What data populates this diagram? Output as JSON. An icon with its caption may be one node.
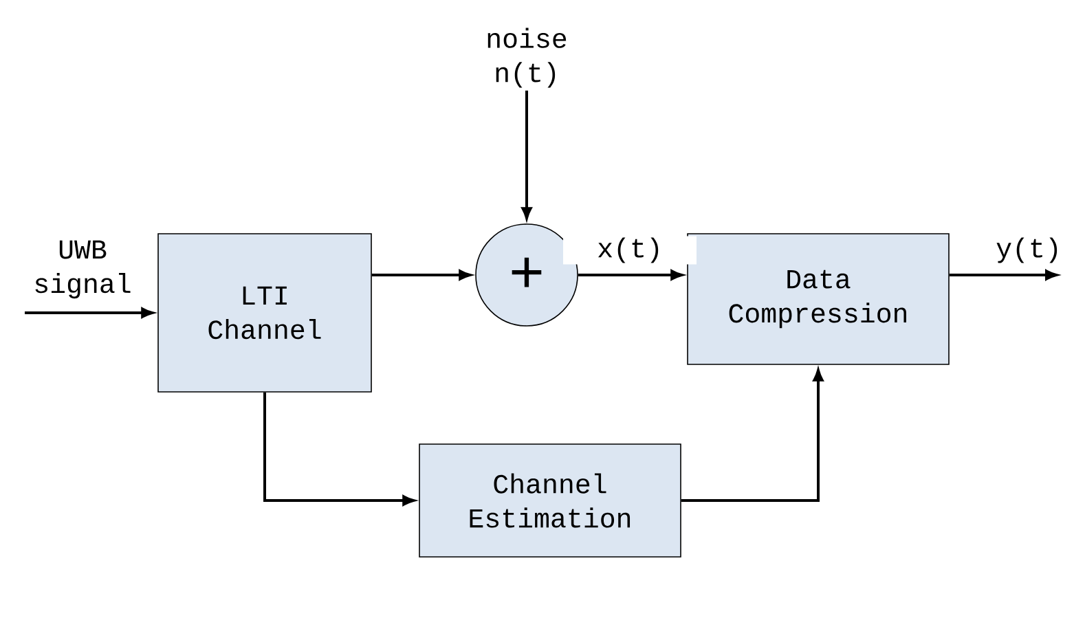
{
  "diagram": {
    "nodes": [
      {
        "text": [
          "LTI Channel"
        ]
      },
      {
        "text": [
          "+"
        ]
      },
      {
        "text": [
          "Data Compression"
        ]
      },
      {
        "text": [
          "Channel Estimation"
        ]
      },
      {
        "text": [
          "noise n(t)"
        ]
      }
    ],
    "edges": [
      {
        "from": null,
        "to": 0,
        "arrow": "to",
        "label": "UWB signal"
      },
      {
        "from": 0,
        "to": 1,
        "arrow": "to"
      },
      {
        "from": 4,
        "to": 1,
        "arrow": "to"
      },
      {
        "from": 1,
        "to": 2,
        "arrow": "to",
        "label": "x(t)"
      },
      {
        "from": 2,
        "to": null,
        "arrow": "to",
        "label": "y(t)"
      },
      {
        "from": 0,
        "to": 3,
        "arrow": "to"
      },
      {
        "from": 3,
        "to": 2,
        "arrow": "to"
      }
    ]
  }
}
